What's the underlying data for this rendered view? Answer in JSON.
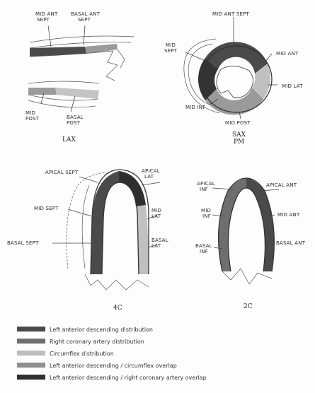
{
  "colors": {
    "lad": "#4a4a4a",
    "rca": "#6e6e6e",
    "circ": "#bdbdbd",
    "lad_circ": "#8f8f8f",
    "lad_rca": "#2f2f2f"
  },
  "lax": {
    "labels": {
      "mid_ant_sept": [
        "MID ANT",
        "SEPT"
      ],
      "basal_ant_sept": [
        "BASAL ANT",
        "SEPT"
      ],
      "mid_post": [
        "MID",
        "POST"
      ],
      "basal_post": [
        "BASAL",
        "POST"
      ]
    },
    "caption": "LAX"
  },
  "sax": {
    "labels": {
      "mid_ant_sept": "MID ANT SEPT",
      "mid_sept": [
        "MID",
        "SEPT"
      ],
      "mid_ant": "MID ANT",
      "mid_lat": "MID LAT",
      "mid_inf": "MID INF",
      "mid_post": "MID POST"
    },
    "caption": [
      "SAX",
      "PM"
    ]
  },
  "four_c": {
    "labels": {
      "apical_sept": "APICAL SEPT",
      "apical_lat": [
        "APICAL",
        "LAT"
      ],
      "mid_sept": "MID SEPT",
      "mid_lat": [
        "MID",
        "LAT"
      ],
      "basal_sept": "BASAL SEPT",
      "basal_lat": [
        "BASAL",
        "LAT"
      ]
    },
    "caption": "4C"
  },
  "two_c": {
    "labels": {
      "apical_inf": [
        "APICAL",
        "INF"
      ],
      "apical_ant": "APICAL ANT",
      "mid_inf": [
        "MID",
        "INF"
      ],
      "mid_ant": "MID ANT",
      "basal_inf": [
        "BASAL",
        "INF"
      ],
      "basal_ant": "BASAL ANT"
    },
    "caption": "2C"
  },
  "legend": [
    "Left anterior descending distribution",
    "Right coronary artery distribution",
    "Circumflex distribution",
    "Left anterior descending / circumflex overlap",
    "Left anterior descending / right coronary artery overlap"
  ]
}
